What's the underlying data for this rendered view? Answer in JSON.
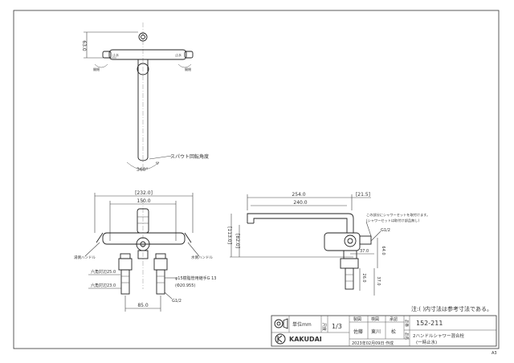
{
  "top_view": {
    "dim_63": "63.0",
    "label_left_handle": "止水",
    "label_right_handle": "止水",
    "label_left_rot": "開閉",
    "label_right_rot": "開閉",
    "spout_rotation_label": "スパウト回転角度",
    "rotation_angle": "360°"
  },
  "front_view": {
    "dim_232": "[232.0]",
    "dim_150": "150.0",
    "label_hot_handle": "湯側ハンドル",
    "label_cold_handle": "水側ハンドル",
    "hex_25": "六角対辺25.0",
    "hex_23": "六角対辺23.0",
    "pipe_note_1": "φ15樹脂管用継手G 13",
    "pipe_note_2": "(Φ20.955)",
    "dim_85": "85.0",
    "thread_g12": "G1/2"
  },
  "side_view": {
    "dim_254": "254.0",
    "dim_240": "240.0",
    "dim_21_5": "[21.5]",
    "dim_113": "[113.0]",
    "dim_82": "[82.0]",
    "note_shower_1": "この部分にシャワーセットを取付けます。",
    "note_shower_2": "(シャワーセットは取付け部品無し)",
    "thread_g12": "G1/2",
    "dim_37": "37.0",
    "dim_64": "64.0",
    "dim_26": "26.0",
    "dim_37b": "37.0"
  },
  "note": "注:( )内寸法は参考寸法である。",
  "title_block": {
    "unit_label": "単位mm",
    "scale_label": "尺度",
    "scale_value": "1/3",
    "h_drawn": "製図",
    "h_checked": "検図",
    "h_approved": "承認",
    "v_drawn": "佐藤",
    "v_checked": "東川",
    "v_approved": "松",
    "part_no_label": "品番",
    "part_no": "152-211",
    "name_label": "品名",
    "name_line1": "2ハンドルシャワー混合栓",
    "name_line2": "(一時止水)",
    "brand": "KAKUDAI",
    "date": "2023年02月09日 作成",
    "sheet_mark": "A3"
  }
}
